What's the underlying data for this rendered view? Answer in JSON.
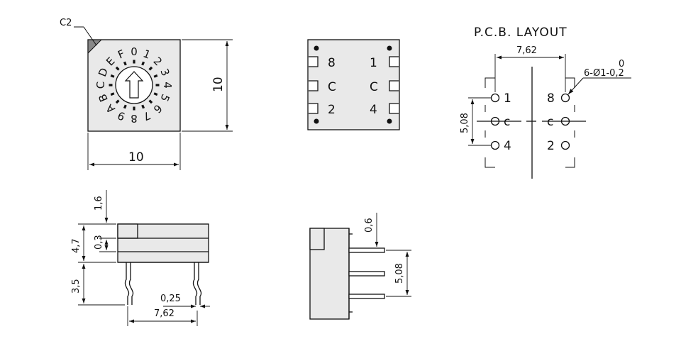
{
  "top_view": {
    "chamfer_label": "C2",
    "width_dim": "10",
    "height_dim": "10",
    "hex_digits": [
      "0",
      "1",
      "2",
      "3",
      "4",
      "5",
      "6",
      "7",
      "8",
      "9",
      "A",
      "B",
      "C",
      "D",
      "E",
      "F"
    ]
  },
  "bottom_view": {
    "pin_labels_left": [
      "8",
      "C",
      "2"
    ],
    "pin_labels_right": [
      "1",
      "C",
      "4"
    ]
  },
  "pcb_layout": {
    "title": "P.C.B. LAYOUT",
    "pitch_x": "7,62",
    "pitch_y": "5,08",
    "hole_spec": "6-Ø1-0,2",
    "hole_tol_upper": "0",
    "pins_left": [
      "1",
      "c",
      "4"
    ],
    "pins_right": [
      "8",
      "c",
      "2"
    ]
  },
  "front_view": {
    "dim_knob": "1,6",
    "dim_body": "4,7",
    "dim_step": "0,3",
    "dim_leads": "3,5",
    "dim_lead_width": "0,25",
    "dim_pitch": "7,62"
  },
  "side_view": {
    "dim_offset": "0,6",
    "dim_pitch": "5,08"
  }
}
